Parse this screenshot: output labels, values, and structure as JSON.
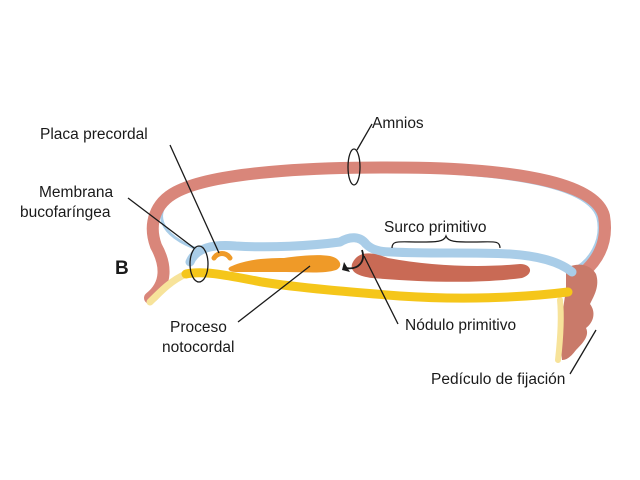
{
  "panel_letter": "B",
  "labels": {
    "amnios": "Amnios",
    "placa_precordal": "Placa precordal",
    "membrana_line1": "Membrana",
    "membrana_line2": "bucofaríngea",
    "surco_primitivo": "Surco primitivo",
    "proceso_line1": "Proceso",
    "proceso_line2": "notocordal",
    "nodulo_primitivo": "Nódulo primitivo",
    "pediculo": "Pedículo de fijación"
  },
  "colors": {
    "amnion": "#d9867a",
    "amnion_edge": "#c46f63",
    "ectoderm": "#a9cde8",
    "endoderm": "#f5c61a",
    "endoderm_light": "#f7e39a",
    "notochord": "#ef9a28",
    "streak": "#c96a55",
    "stalk": "#c97a6a",
    "leader": "#1a1a1a"
  }
}
